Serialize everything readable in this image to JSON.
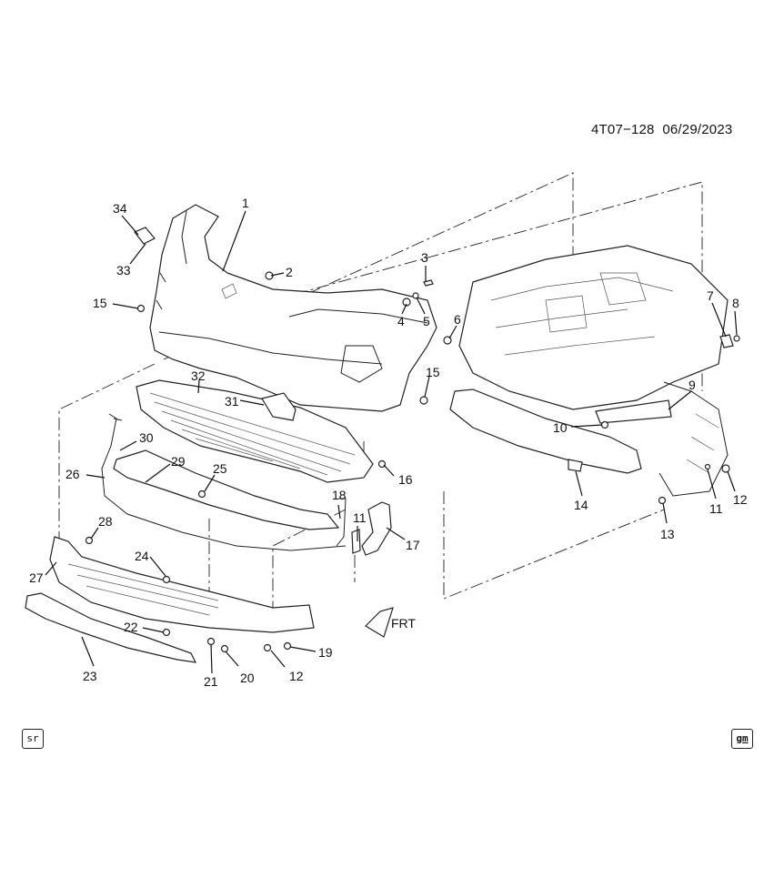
{
  "header": {
    "diagram_code": "4T07−128",
    "date": "06/29/2023"
  },
  "badges": {
    "left": "sr",
    "right": "gm"
  },
  "orientation_label": "FRT",
  "callouts": [
    "1",
    "2",
    "3",
    "4",
    "5",
    "6",
    "7",
    "8",
    "9",
    "10",
    "11",
    "11",
    "12",
    "12",
    "13",
    "14",
    "15",
    "15",
    "16",
    "17",
    "18",
    "19",
    "20",
    "21",
    "22",
    "23",
    "24",
    "25",
    "26",
    "27",
    "28",
    "29",
    "30",
    "31",
    "32",
    "33",
    "34"
  ]
}
